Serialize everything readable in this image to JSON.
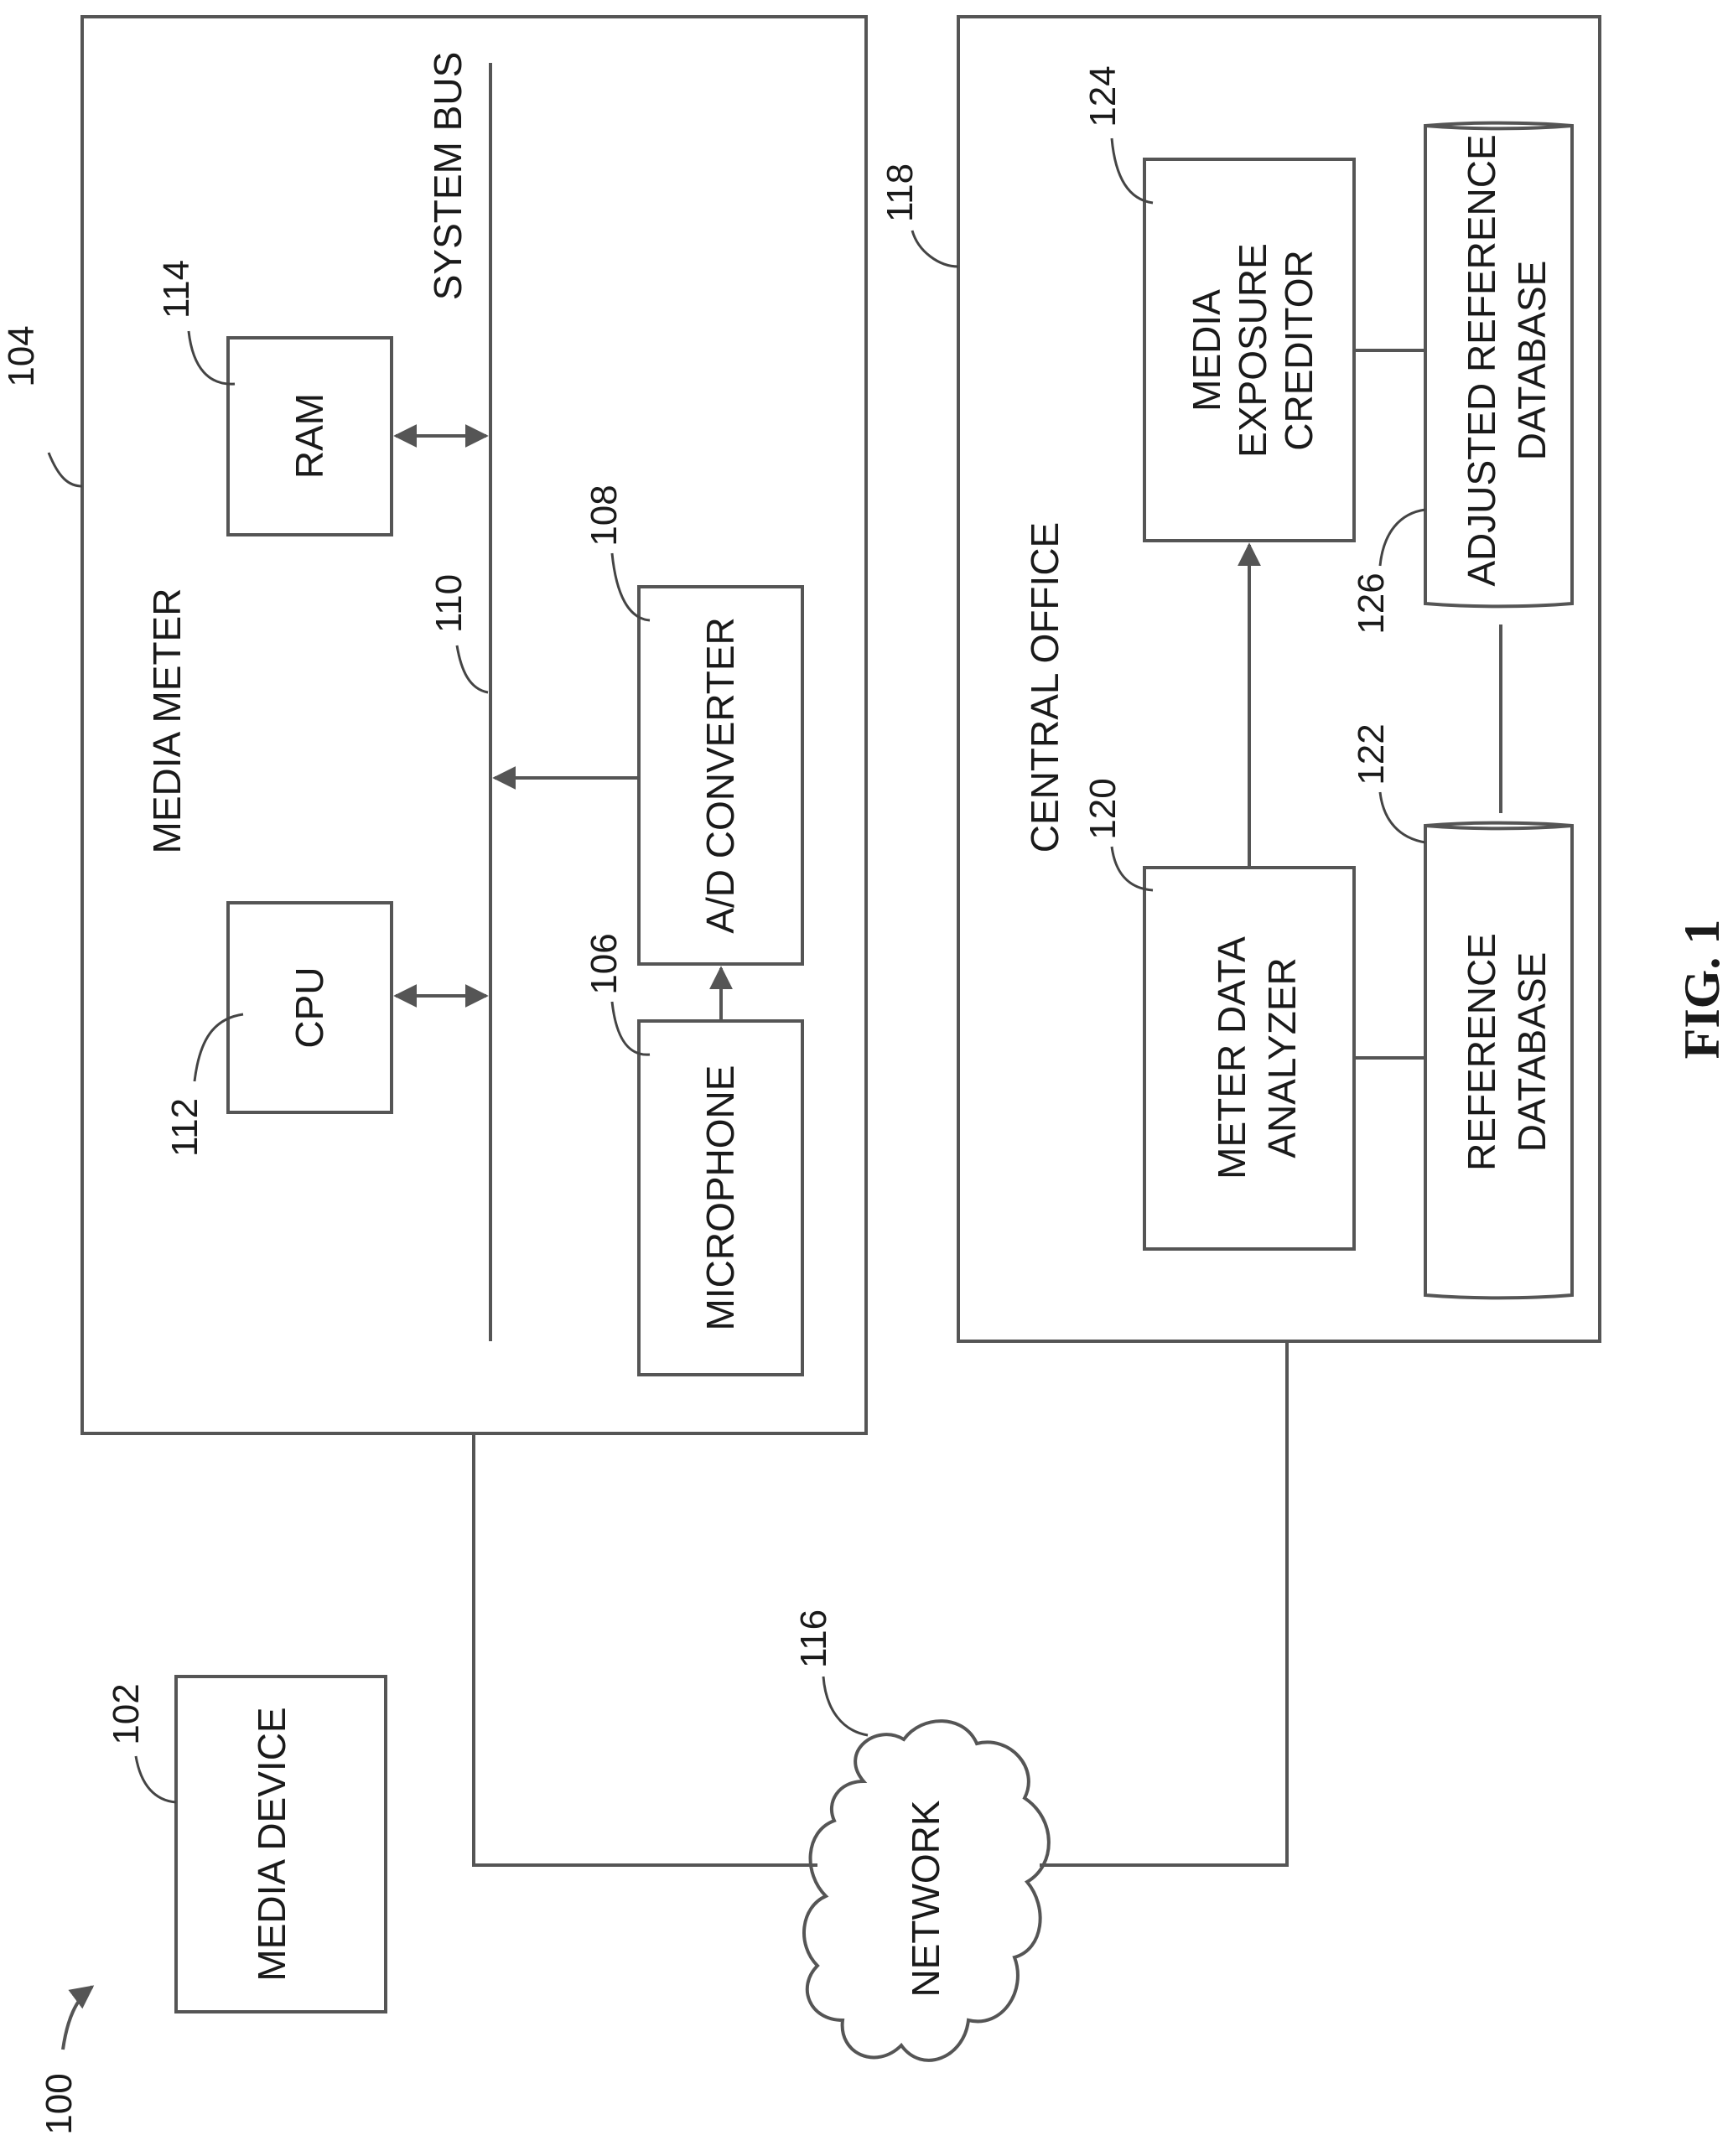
{
  "figure_label": "FIG. 1",
  "system_ref": "100",
  "media_device": {
    "label": "MEDIA DEVICE",
    "ref": "102"
  },
  "media_meter": {
    "label": "MEDIA METER",
    "ref": "104",
    "microphone": {
      "label": "MICROPHONE",
      "ref": "106"
    },
    "ad_converter": {
      "label": "A/D CONVERTER",
      "ref": "108"
    },
    "system_bus": {
      "label": "SYSTEM BUS",
      "ref": "110"
    },
    "cpu": {
      "label": "CPU",
      "ref": "112"
    },
    "ram": {
      "label": "RAM",
      "ref": "114"
    }
  },
  "network": {
    "label": "NETWORK",
    "ref": "116"
  },
  "central_office": {
    "label": "CENTRAL OFFICE",
    "ref": "118",
    "meter_data_analyzer": {
      "line1": "METER DATA",
      "line2": "ANALYZER",
      "ref": "120"
    },
    "reference_database": {
      "line1": "REFERENCE",
      "line2": "DATABASE",
      "ref": "122"
    },
    "media_exposure_creditor": {
      "line1": "MEDIA",
      "line2": "EXPOSURE",
      "line3": "CREDITOR",
      "ref": "124"
    },
    "adjusted_reference_database": {
      "line1": "ADJUSTED REFERENCE",
      "line2": "DATABASE",
      "ref": "126"
    }
  }
}
